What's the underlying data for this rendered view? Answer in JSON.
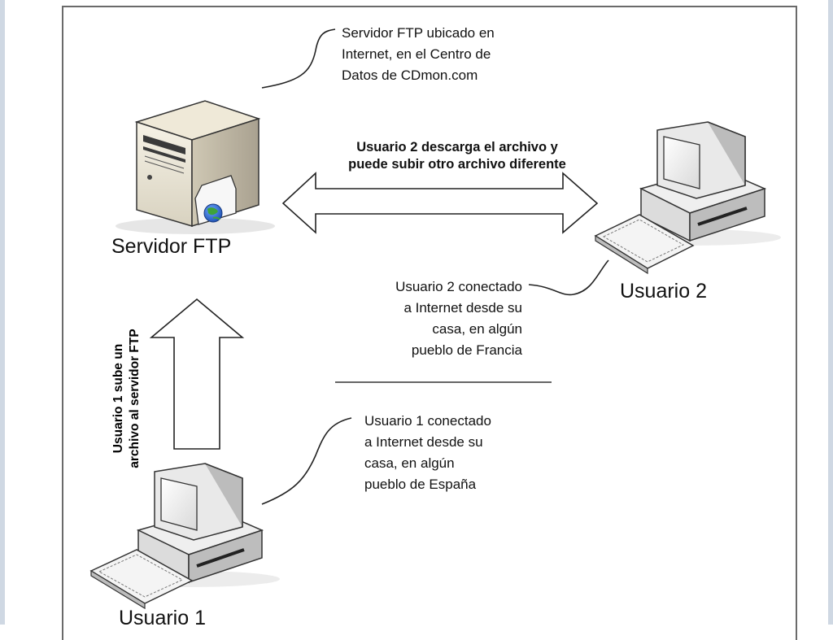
{
  "labels": {
    "server": "Servidor FTP",
    "user2": "Usuario 2",
    "user1": "Usuario 1"
  },
  "notes": {
    "server_location": [
      "Servidor FTP ubicado en",
      "Internet, en el Centro de",
      "Datos de CDmon.com"
    ],
    "download": [
      "Usuario 2 descarga el archivo y",
      "puede subir otro archivo diferente"
    ],
    "user2_connection": [
      "Usuario 2 conectado",
      "a Internet desde su",
      "casa, en algún",
      "pueblo de Francia"
    ],
    "user1_connection": [
      "Usuario 1 conectado",
      "a Internet desde su",
      "casa, en algún",
      "pueblo de España"
    ],
    "upload": [
      "Usuario 1 sube un",
      "archivo al servidor FTP"
    ]
  },
  "icons": [
    "server-icon",
    "globe-icon",
    "computer-icon",
    "keyboard-icon",
    "double-arrow",
    "up-arrow"
  ]
}
